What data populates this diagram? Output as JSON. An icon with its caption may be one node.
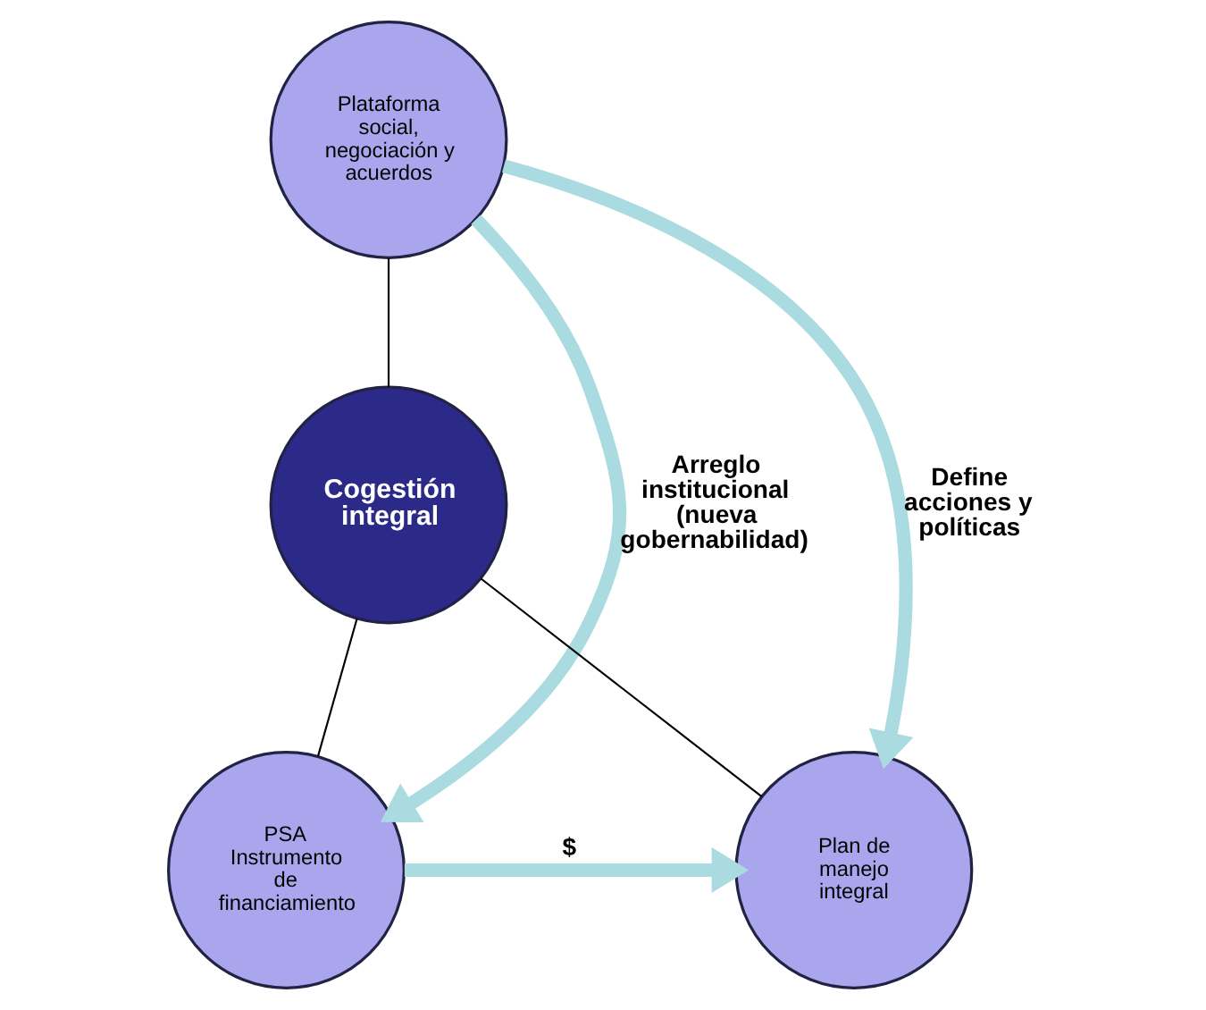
{
  "diagram": {
    "nodes": [
      {
        "text": [
          "Plataforma social, negociación y acuerdos"
        ]
      },
      {
        "text": [
          "Cogestión integral"
        ]
      },
      {
        "text": [
          "PSA",
          "Instrumento de financiamiento"
        ]
      },
      {
        "text": [
          "Plan de manejo integral"
        ]
      }
    ],
    "edges": [
      {
        "from": 0,
        "to": 1,
        "arrow": "none"
      },
      {
        "from": 1,
        "to": 2,
        "arrow": "none"
      },
      {
        "from": 1,
        "to": 3,
        "arrow": "none"
      },
      {
        "from": 2,
        "to": 3,
        "arrow": "to",
        "label": "$",
        "style": "thick",
        "color": "#a9dbe0"
      },
      {
        "from": 0,
        "to": 2,
        "arrow": "to",
        "label": "Arreglo institucional (nueva gobernabilidad)",
        "style": "thick",
        "color": "#a9dbe0"
      },
      {
        "from": 0,
        "to": 3,
        "arrow": "to",
        "label": "Define acciones y políticas",
        "style": "thick",
        "color": "#a9dbe0"
      }
    ]
  }
}
